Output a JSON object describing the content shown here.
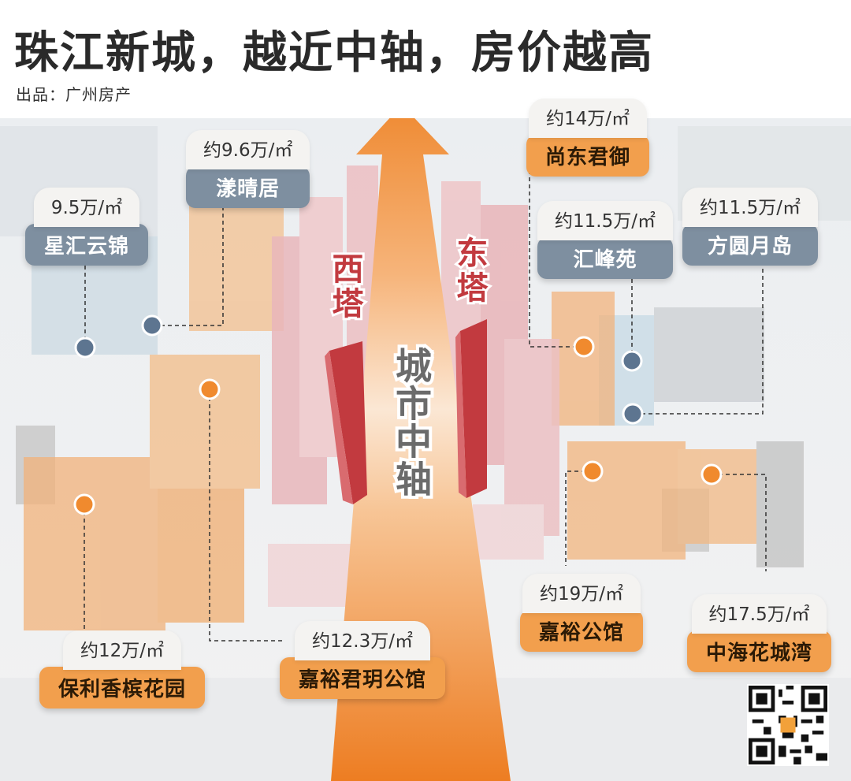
{
  "title": "珠江新城，越近中轴，房价越高",
  "credit": "出品：广州房产",
  "axis": {
    "west_tower": "西塔",
    "east_tower": "东塔",
    "axis_label": "城市中轴"
  },
  "colors": {
    "gray_tag": "#7e8fa0",
    "orange_tag": "#f29f4d",
    "axis_arrow": "#ef8a32",
    "tower_red": "#c23a3f",
    "marker_gray": "#5d7590",
    "marker_orange": "#f08a2e"
  },
  "properties": [
    {
      "id": "xinghui",
      "price": "9.5万/㎡",
      "name": "星汇云锦",
      "tone": "gray"
    },
    {
      "id": "yangqing",
      "price": "约9.6万/㎡",
      "name": "漾晴居",
      "tone": "gray"
    },
    {
      "id": "shangdong",
      "price": "约14万/㎡",
      "name": "尚东君御",
      "tone": "orange"
    },
    {
      "id": "huifeng",
      "price": "约11.5万/㎡",
      "name": "汇峰苑",
      "tone": "gray"
    },
    {
      "id": "fangyuan",
      "price": "约11.5万/㎡",
      "name": "方圆月岛",
      "tone": "gray"
    },
    {
      "id": "poly",
      "price": "约12万/㎡",
      "name": "保利香槟花园",
      "tone": "orange"
    },
    {
      "id": "junyue",
      "price": "约12.3万/㎡",
      "name": "嘉裕君玥公馆",
      "tone": "orange"
    },
    {
      "id": "jiayu",
      "price": "约19万/㎡",
      "name": "嘉裕公馆",
      "tone": "orange"
    },
    {
      "id": "zhonghai",
      "price": "约17.5万/㎡",
      "name": "中海花城湾",
      "tone": "orange"
    }
  ]
}
